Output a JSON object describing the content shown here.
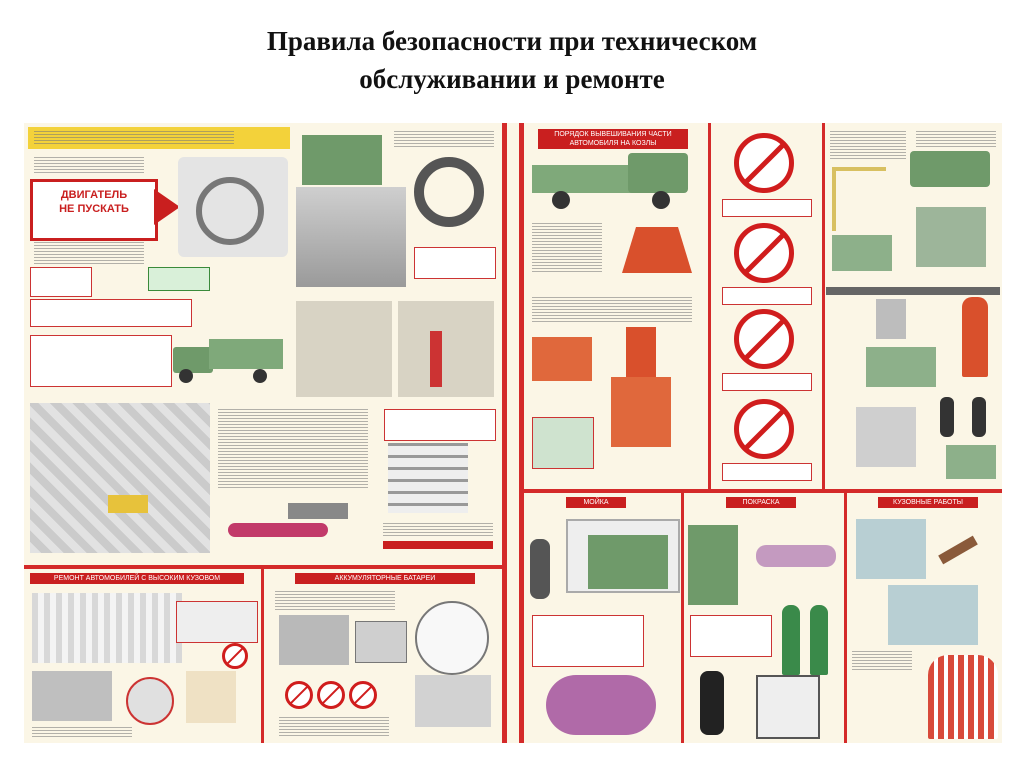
{
  "title": {
    "line1": "Правила безопасности при  техническом",
    "line2": "обслуживании и ремонте"
  },
  "colors": {
    "poster_bg": "#fbf6e6",
    "accent_red": "#d42a2a",
    "warning_yellow": "#f3d23a",
    "vehicle_green": "#6f9a6a"
  },
  "poster": {
    "left_top": {
      "warning_sign": {
        "line1": "ДВИГАТЕЛЬ",
        "line2": "НЕ ПУСКАТЬ"
      }
    },
    "sections": {
      "bottom_left_a": "РЕМОНТ АВТОМОБИЛЕЙ С ВЫСОКИМ КУЗОВОМ",
      "bottom_left_b": "АККУМУЛЯТОРНЫЕ БАТАРЕИ",
      "mid_top": "ПОРЯДОК ВЫВЕШИВАНИЯ ЧАСТИ АВТОМОБИЛЯ НА КОЗЛЫ",
      "bottom_mid_a": "МОЙКА",
      "bottom_mid_b": "ПОКРАСКА",
      "bottom_right": "КУЗОВНЫЕ РАБОТЫ"
    }
  }
}
